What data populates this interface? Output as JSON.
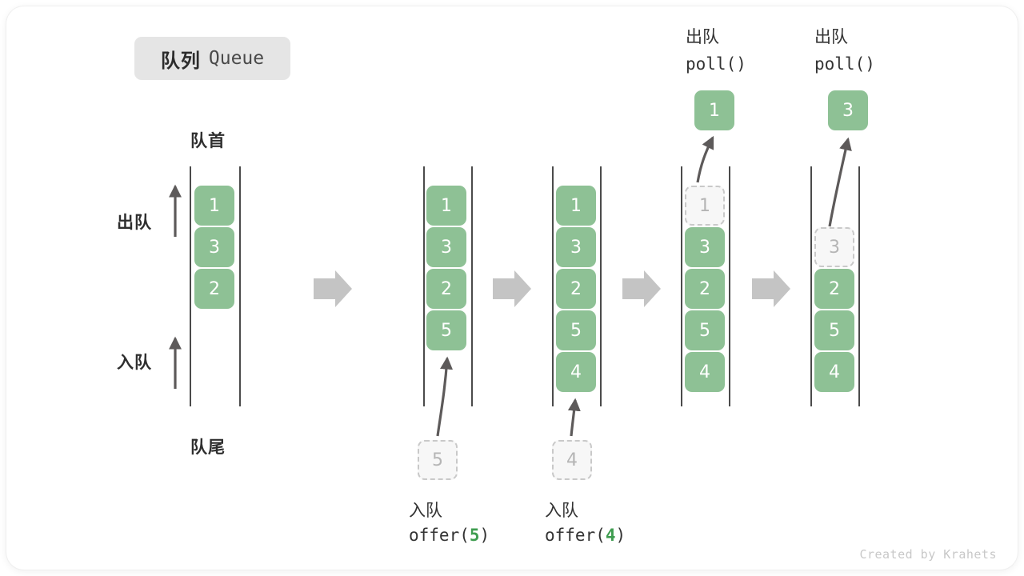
{
  "title": {
    "cn": "队列",
    "en": "Queue"
  },
  "labels": {
    "front": "队首",
    "rear": "队尾",
    "dequeue": "出队",
    "enqueue": "入队"
  },
  "credit": "Created by Krahets",
  "colors": {
    "element_fill": "#8ec195",
    "element_text": "#ffffff",
    "ghost_fill": "#f7f7f7",
    "ghost_border": "#c9c9c9",
    "ghost_text": "#b5b5b5",
    "rail": "#4b4b4b",
    "arrow": "#5d5a5a",
    "step_arrow": "#c4c4c4",
    "badge_bg": "#e5e5e5",
    "accent_green": "#3f9d50",
    "credit_text": "#c8c8c8"
  },
  "columns": [
    {
      "id": "initial",
      "caption_cn": "",
      "caption_code": "",
      "elements": [
        "1",
        "3",
        "2"
      ],
      "ghost_in_column": null,
      "ghost_below": null,
      "popped": null
    },
    {
      "id": "after-offer-5",
      "caption_cn": "入队",
      "caption_code_prefix": "offer(",
      "caption_code_arg": "5",
      "caption_code_suffix": ")",
      "elements": [
        "1",
        "3",
        "2",
        "5"
      ],
      "ghost_in_column": null,
      "ghost_below": "5",
      "popped": null
    },
    {
      "id": "after-offer-4",
      "caption_cn": "入队",
      "caption_code_prefix": "offer(",
      "caption_code_arg": "4",
      "caption_code_suffix": ")",
      "elements": [
        "1",
        "3",
        "2",
        "5",
        "4"
      ],
      "ghost_in_column": null,
      "ghost_below": "4",
      "popped": null
    },
    {
      "id": "after-poll-1",
      "header_cn": "出队",
      "header_code": "poll()",
      "elements": [
        "3",
        "2",
        "5",
        "4"
      ],
      "ghost_in_column": "1",
      "ghost_below": null,
      "popped": "1"
    },
    {
      "id": "after-poll-3",
      "header_cn": "出队",
      "header_code": "poll()",
      "elements": [
        "2",
        "5",
        "4"
      ],
      "ghost_in_column": "3",
      "ghost_below": null,
      "popped": "3"
    }
  ]
}
